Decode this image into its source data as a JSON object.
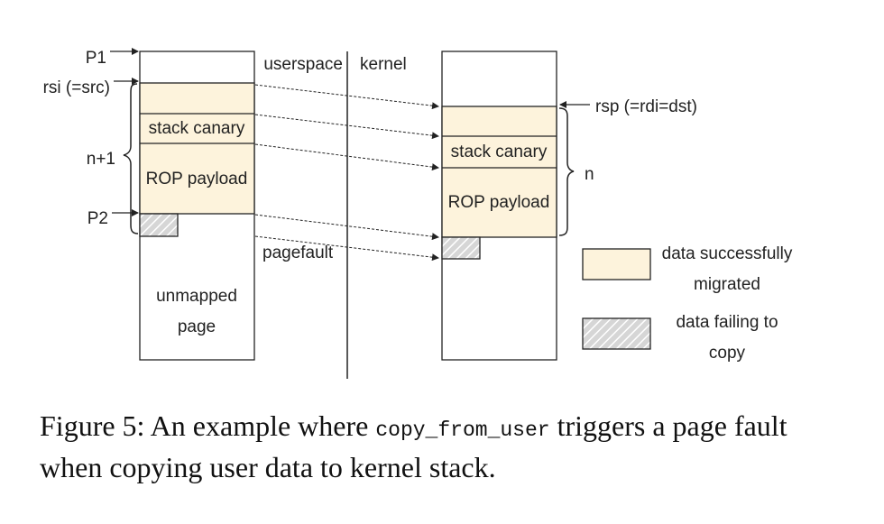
{
  "colors": {
    "migrated": "#fdf3dc",
    "hatch": "#b9b9b9",
    "line": "#222222"
  },
  "labels": {
    "p1": "P1",
    "rsi": "rsi (=src)",
    "n_plus_1": "n+1",
    "p2": "P2",
    "userspace": "userspace",
    "kernel": "kernel",
    "rsp": "rsp (=rdi=dst)",
    "n": "n",
    "pagefault": "pagefault"
  },
  "user_stack": {
    "stack_canary": "stack canary",
    "rop_payload": "ROP payload",
    "unmapped_line1": "unmapped",
    "unmapped_line2": "page"
  },
  "kernel_stack": {
    "stack_canary": "stack canary",
    "rop_payload": "ROP payload"
  },
  "legend": {
    "migrated_line1": "data successfully",
    "migrated_line2": "migrated",
    "failing_line1": "data failing to",
    "failing_line2": "copy"
  },
  "caption": {
    "prefix": "Figure 5: An example where ",
    "code": "copy_from_user",
    "suffix": " triggers a page fault when copying user data to kernel stack."
  }
}
